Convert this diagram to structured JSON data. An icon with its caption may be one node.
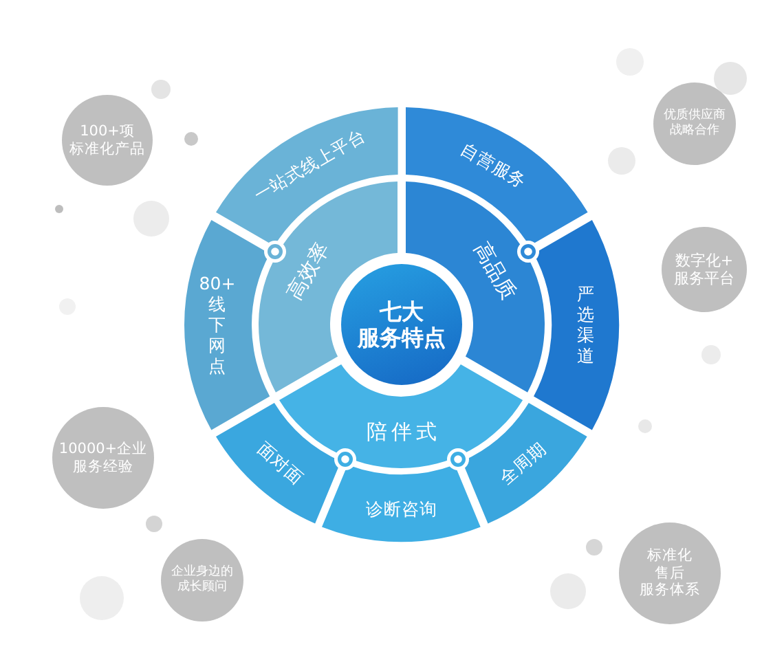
{
  "diagram": {
    "nodes": [
      {
        "text": [
          "七大服务特点"
        ]
      },
      {
        "text": [
          "高效率"
        ]
      },
      {
        "text": [
          "高品质"
        ]
      },
      {
        "text": [
          "陪伴式"
        ]
      },
      {
        "text": [
          "一站式线上平台"
        ]
      },
      {
        "text": [
          "自营服务"
        ]
      },
      {
        "text": [
          "80+线下网点"
        ]
      },
      {
        "text": [
          "严选渠道"
        ]
      },
      {
        "text": [
          "面对面"
        ]
      },
      {
        "text": [
          "诊断咨询"
        ]
      },
      {
        "text": [
          "全周期"
        ]
      },
      {
        "text": [
          "100+项标准化产品"
        ]
      },
      {
        "text": [
          "10000+企业服务经验"
        ]
      },
      {
        "text": [
          "企业身边的成长顾问"
        ]
      },
      {
        "text": [
          "优质供应商战略合作"
        ]
      },
      {
        "text": [
          "数字化+服务平台"
        ]
      },
      {
        "text": [
          "标准化售后服务体系"
        ]
      }
    ]
  }
}
